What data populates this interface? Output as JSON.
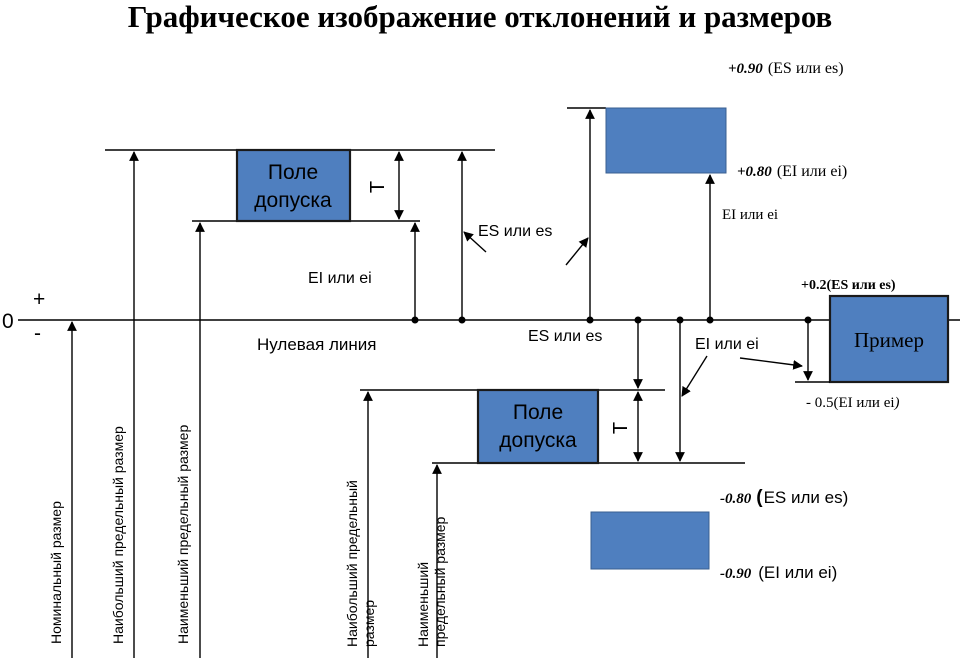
{
  "title": "Графическое изображение отклонений и размеров",
  "zero_line": {
    "zero": "0",
    "plus": "+",
    "minus": "-",
    "label": "Нулевая линия"
  },
  "left": {
    "tolerance_field": [
      "Поле",
      "допуска"
    ],
    "tolerance_symbol": "T",
    "ei_label": "EI или ei",
    "es_label": "ES или es",
    "nominal_size": "Номинальный размер",
    "largest_limit": "Наибольший предельный размер",
    "smallest_limit": "Наименьший предельный размер"
  },
  "lower": {
    "tolerance_field": [
      "Поле",
      "допуска"
    ],
    "tolerance_symbol": "T",
    "es_label": "ES или es",
    "ei_label": "EI или ei",
    "largest_limit": [
      "Наибольший предельный",
      "размер"
    ],
    "smallest_limit": [
      "Наименьший",
      "предельный размер"
    ]
  },
  "upper_example": {
    "es_value": "+0.90",
    "es_text": "(ES или es)",
    "ei_value": "+0.80",
    "ei_text": "(EI или ei)",
    "ei_label": "EI или ei"
  },
  "lower_example": {
    "es_value": "-0.80",
    "es_paren": "(",
    "es_text": "ES или  es)",
    "ei_value": "-0.90",
    "ei_text": "(EI или   ei)"
  },
  "primer": {
    "label": "Пример",
    "es_value": "+0.2",
    "es_text": "(ES или es)",
    "ei_value": "- 0.5",
    "ei_text": "(EI или ei",
    "ei_close": ")"
  },
  "colors": {
    "box_fill": "#4f7fbf",
    "box_stroke": "#1a1a1a"
  }
}
